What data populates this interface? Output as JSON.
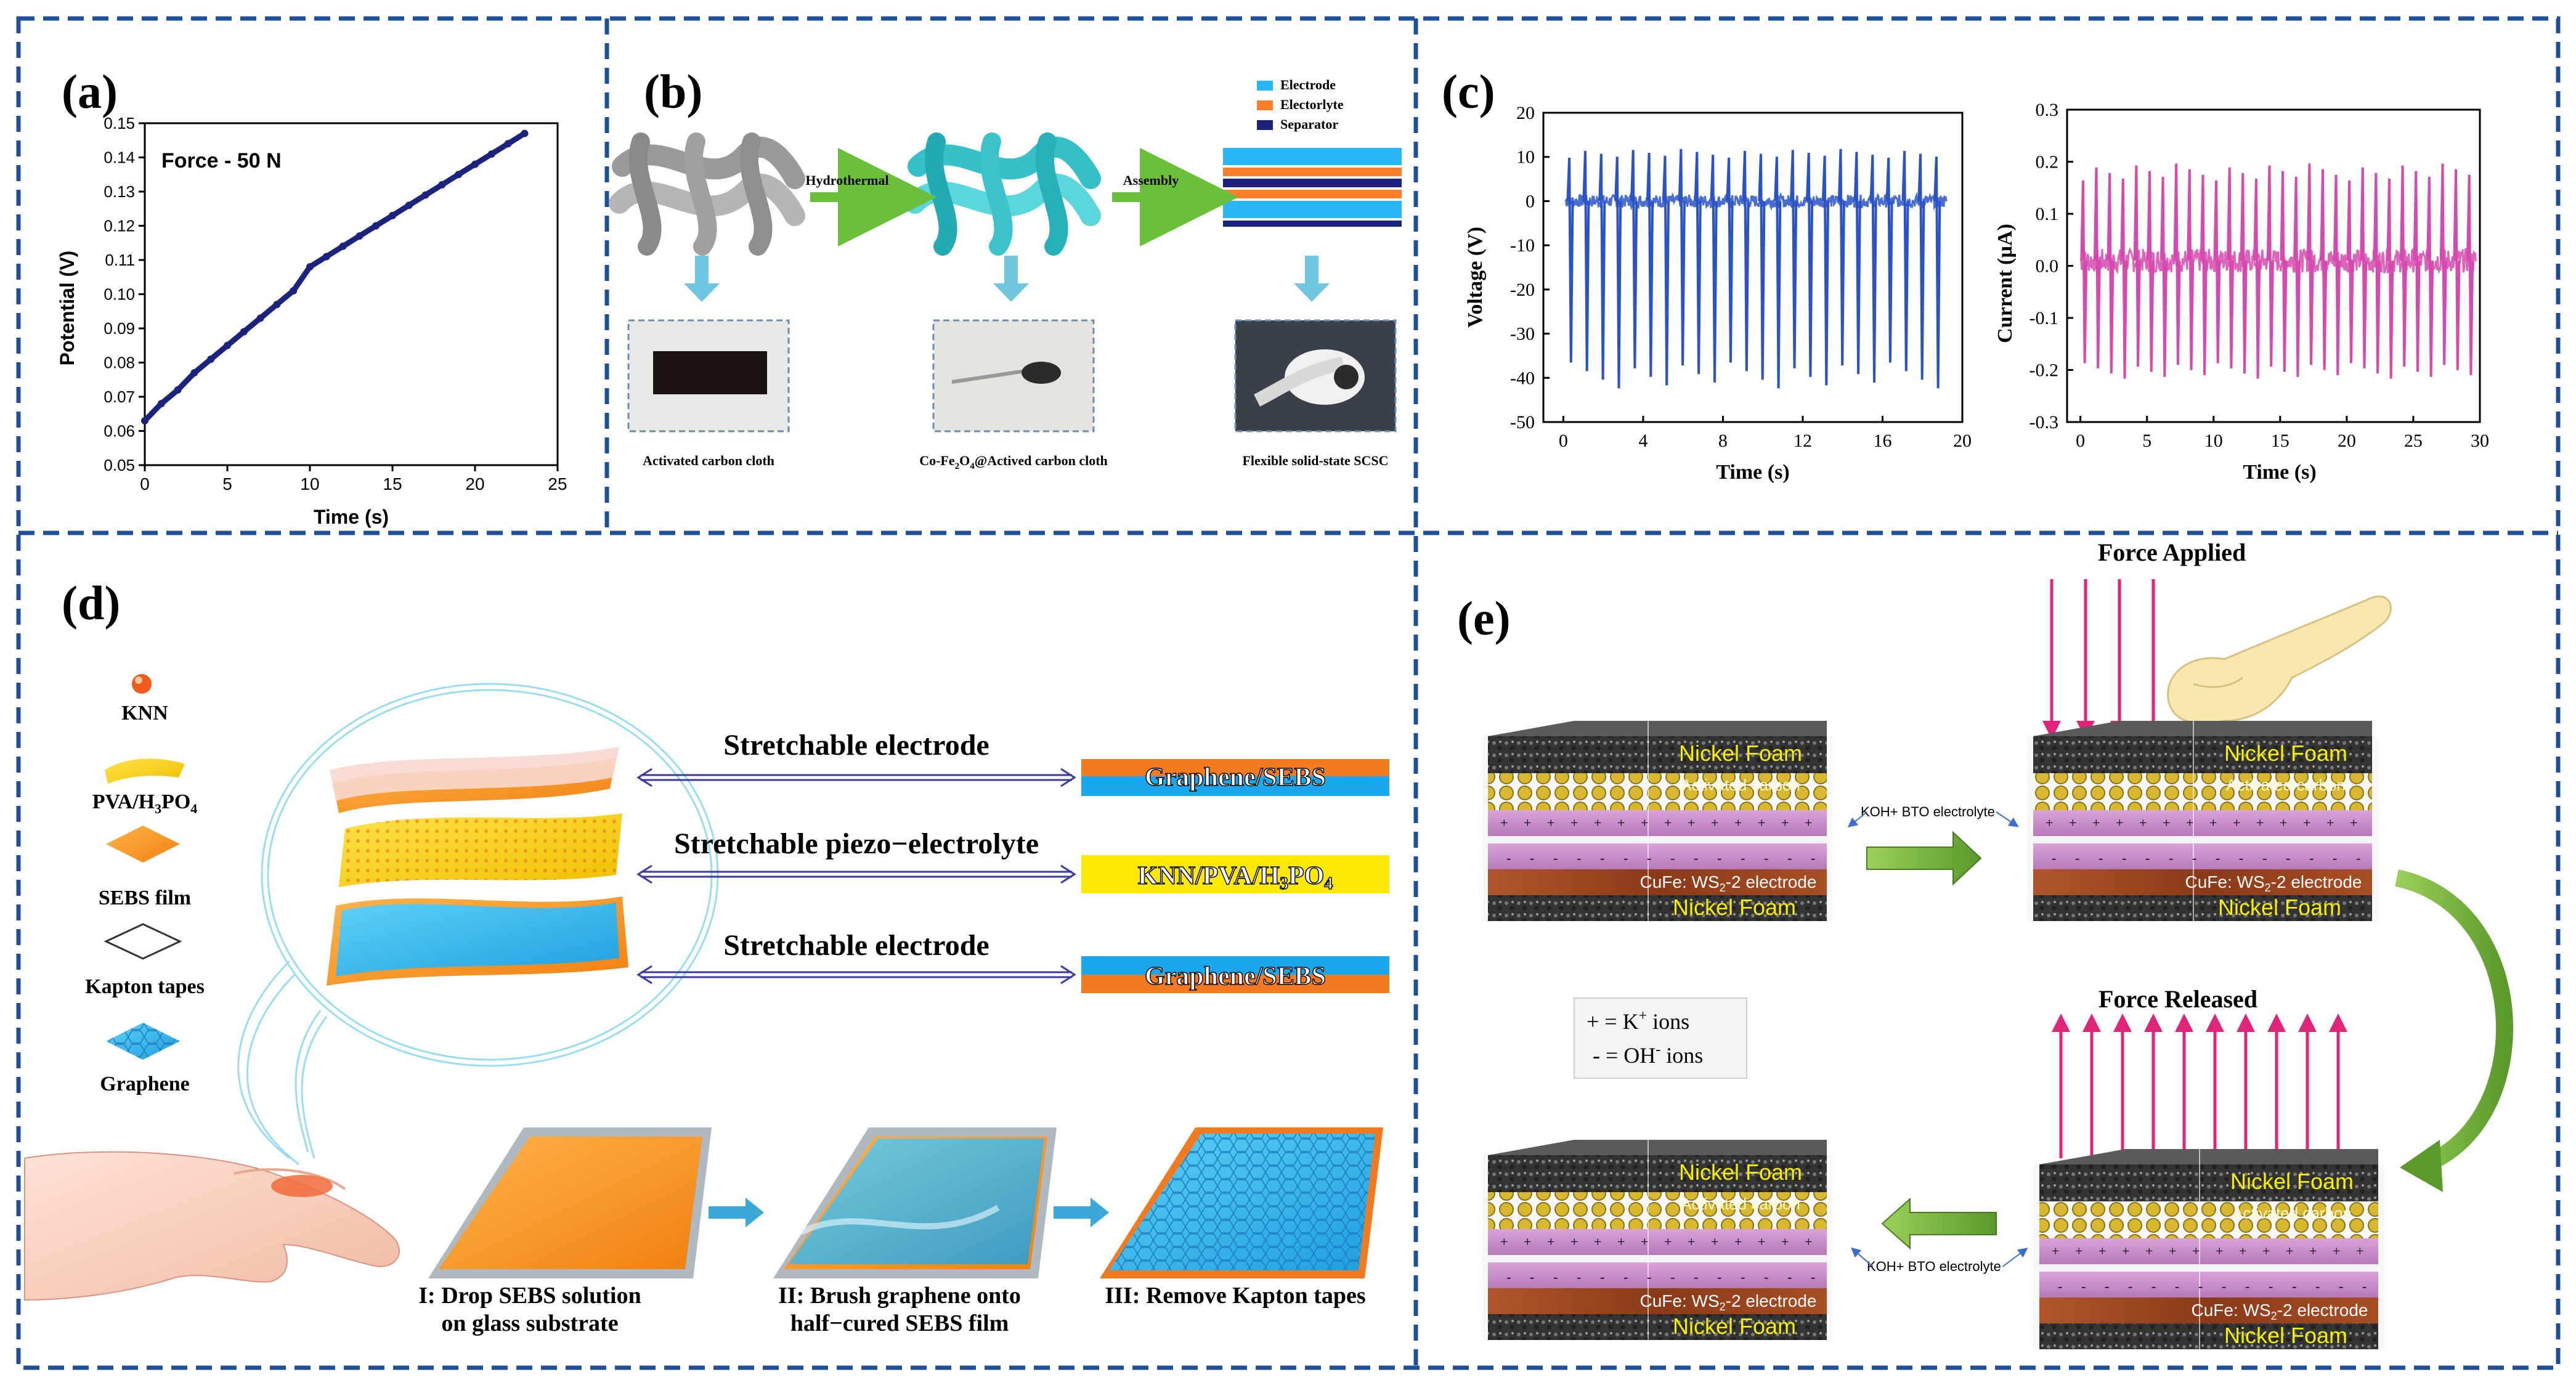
{
  "panels": {
    "a": {
      "label": "(a)",
      "annotation": "Force - 50 N",
      "chart_data": {
        "type": "line",
        "xlabel": "Time (s)",
        "ylabel": "Potential (V)",
        "xlim": [
          0,
          25
        ],
        "ylim": [
          0.05,
          0.15
        ],
        "x_ticks": [
          0,
          5,
          10,
          15,
          20,
          25
        ],
        "y_ticks": [
          0.05,
          0.06,
          0.07,
          0.08,
          0.09,
          0.1,
          0.11,
          0.12,
          0.13,
          0.14,
          0.15
        ],
        "x": [
          0,
          1,
          2,
          3,
          4,
          5,
          6,
          7,
          8,
          9,
          10,
          11,
          12,
          13,
          14,
          15,
          16,
          17,
          18,
          19,
          20,
          21,
          22,
          23
        ],
        "y": [
          0.063,
          0.068,
          0.072,
          0.077,
          0.081,
          0.085,
          0.089,
          0.093,
          0.097,
          0.101,
          0.108,
          0.111,
          0.114,
          0.117,
          0.12,
          0.123,
          0.126,
          0.129,
          0.132,
          0.135,
          0.138,
          0.141,
          0.144,
          0.147
        ],
        "color": "#1a237e"
      }
    },
    "b": {
      "label": "(b)",
      "legend": [
        {
          "label": "Electrode",
          "color": "#29b6f6"
        },
        {
          "label": "Electorlyte",
          "color": "#ff7f2a"
        },
        {
          "label": "Separator",
          "color": "#1a237e"
        }
      ],
      "arrow_labels": [
        "Hydrothermal",
        "Assembly"
      ],
      "photo_captions": [
        "Activated carbon cloth",
        "Co-Fe",
        "2",
        "O",
        "4",
        "@Actived carbon cloth",
        "Flexible solid-state SCSC"
      ]
    },
    "c": {
      "label": "(c)",
      "charts": [
        {
          "type": "line",
          "xlabel": "Time (s)",
          "ylabel": "Voltage (V)",
          "xlim": [
            -1,
            20
          ],
          "ylim": [
            -50,
            20
          ],
          "x_ticks": [
            0,
            4,
            8,
            12,
            16,
            20
          ],
          "y_ticks": [
            -50,
            -40,
            -30,
            -20,
            -10,
            0,
            10,
            20
          ],
          "pulse_times": [
            0.3,
            1.1,
            1.9,
            2.7,
            3.5,
            4.3,
            5.1,
            5.9,
            6.7,
            7.5,
            8.3,
            9.1,
            9.9,
            10.7,
            11.5,
            12.3,
            13.1,
            13.9,
            14.7,
            15.5,
            16.3,
            17.1,
            17.9,
            18.7
          ],
          "peak_max": 12,
          "trough_min": -43,
          "baseline": 0,
          "color": "#2a53c8"
        },
        {
          "type": "line",
          "xlabel": "Time (s)",
          "ylabel": "Current (µA)",
          "xlim": [
            -1,
            30
          ],
          "ylim": [
            -0.3,
            0.3
          ],
          "x_ticks": [
            0,
            5,
            10,
            15,
            20,
            25,
            30
          ],
          "y_ticks": [
            -0.3,
            -0.2,
            -0.1,
            0.0,
            0.1,
            0.2,
            0.3
          ],
          "pulse_times": [
            0.2,
            1.2,
            2.2,
            3.2,
            4.2,
            5.2,
            6.2,
            7.2,
            8.2,
            9.2,
            10.2,
            11.2,
            12.2,
            13.2,
            14.2,
            15.2,
            16.2,
            17.2,
            18.2,
            19.2,
            20.2,
            21.2,
            22.2,
            23.2,
            24.2,
            25.2,
            26.2,
            27.2,
            28.2,
            29.2
          ],
          "peak_max": 0.2,
          "trough_min": -0.22,
          "baseline": 0.01,
          "color": "#d64ab0"
        }
      ]
    },
    "d": {
      "label": "(d)",
      "legend": [
        {
          "label": "KNN",
          "sub": ""
        },
        {
          "label": "PVA/H",
          "sub": "3",
          "rest": "PO",
          "sub2": "4"
        },
        {
          "label": "SEBS film",
          "sub": ""
        },
        {
          "label": "Kapton tapes",
          "sub": ""
        },
        {
          "label": "Graphene",
          "sub": ""
        }
      ],
      "layers": [
        {
          "title": "Stretchable electrode",
          "tag": "Graphene/SEBS"
        },
        {
          "title": "Stretchable piezo−electrolyte",
          "tag": "KNN/PVA/H",
          "tag_sub": "3",
          "tag_rest": "PO",
          "tag_sub2": "4"
        },
        {
          "title": "Stretchable electrode",
          "tag": "Graphene/SEBS"
        }
      ],
      "steps": [
        {
          "line1": "I: Drop SEBS solution",
          "line2": "on glass substrate"
        },
        {
          "line1": "II: Brush graphene onto",
          "line2": "half−cured SEBS film"
        },
        {
          "line1": "III: Remove Kapton tapes",
          "line2": ""
        }
      ]
    },
    "e": {
      "label": "(e)",
      "force_applied": "Force Applied",
      "force_released": "Force Released",
      "electrolyte": "KOH+ BTO electrolyte",
      "layer_labels": {
        "foam": "Nickel Foam",
        "carbon": "Activated carbon",
        "electrode_pre": "CuFe: WS",
        "electrode_sub": "2",
        "electrode_post": "-2 electrode"
      },
      "ions": [
        {
          "sign": "+ = K",
          "sup": "+",
          "rest": " ions"
        },
        {
          "sign": "- = OH",
          "sup": "-",
          "rest": " ions"
        }
      ]
    }
  }
}
